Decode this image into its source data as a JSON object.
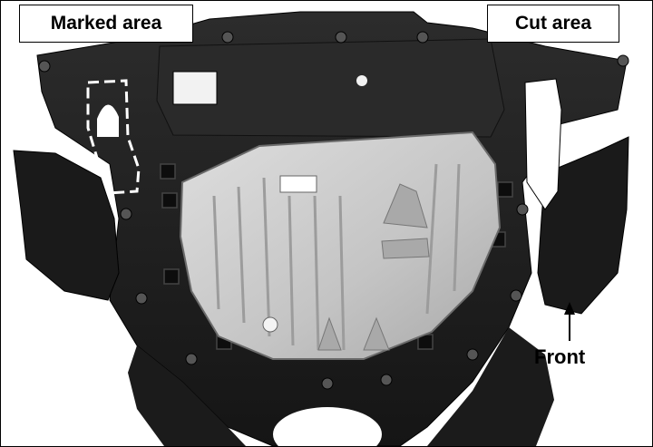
{
  "labels": {
    "marked_area": "Marked area",
    "cut_area": "Cut area",
    "front": "Front"
  },
  "colors": {
    "undercover": "#1d1d1d",
    "undercover_highlight": "#3a3a3a",
    "skid_plate": "#c9c9c9",
    "skid_plate_shadow": "#9a9a9a",
    "marking": "#ffffff",
    "outline": "#000000"
  },
  "icons": {
    "front_indicator": "arrow-up-icon"
  }
}
